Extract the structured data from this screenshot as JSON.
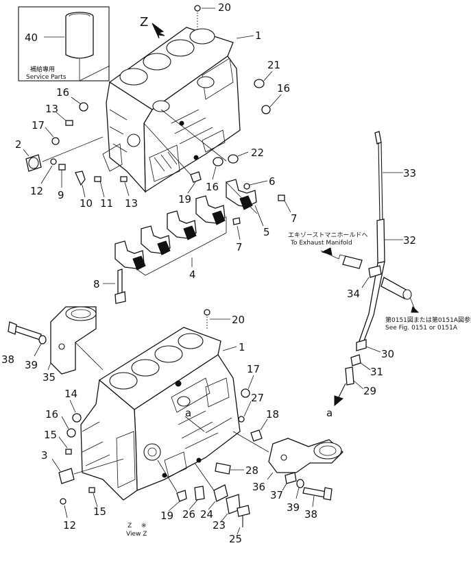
{
  "title": "",
  "inset": {
    "part_number": "40",
    "caption_jp": "補給專用",
    "caption_en": "Service Parts"
  },
  "view_marker": {
    "letter": "Z",
    "note_top": "Z",
    "note_bottom": "View Z"
  },
  "notes": {
    "exhaust_jp": "エキゾーストマニホールドへ",
    "exhaust_en": "To Exhaust Manifold",
    "fig_jp": "第0151図または第0151A図参照",
    "fig_en": "See Fig. 0151 or 0151A"
  },
  "reference_letter": "a",
  "callouts": {
    "top": [
      "20",
      "1",
      "21",
      "16",
      "16",
      "13",
      "17",
      "2",
      "12",
      "9",
      "10",
      "11",
      "13",
      "19",
      "16",
      "22",
      "6",
      "7",
      "5",
      "7",
      "4",
      "8"
    ],
    "dipstick": [
      "33",
      "32",
      "34",
      "30",
      "31",
      "29"
    ],
    "bottom": [
      "20",
      "1",
      "17",
      "27",
      "18",
      "38",
      "39",
      "35",
      "14",
      "16",
      "15",
      "3",
      "15",
      "12",
      "19",
      "26",
      "24",
      "23",
      "25",
      "28",
      "36",
      "37",
      "39",
      "38"
    ]
  }
}
